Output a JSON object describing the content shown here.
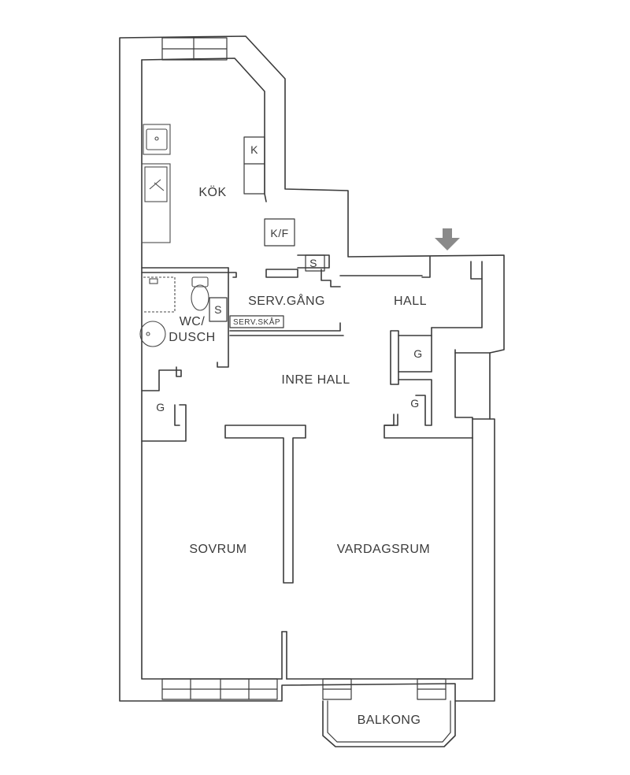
{
  "floorplan": {
    "colors": {
      "ink": "#3a3a3a",
      "entrance_arrow": "#8a8a8a",
      "background": "#ffffff"
    },
    "entrance_icon": "entrance-arrow-icon",
    "rooms": {
      "kok": "KÖK",
      "serv_gang": "SERV.GÅNG",
      "hall": "HALL",
      "wc_line1": "WC/",
      "wc_line2": "DUSCH",
      "inre_hall": "INRE HALL",
      "sovrum": "SOVRUM",
      "vardagsrum": "VARDAGSRUM",
      "balkong": "BALKONG"
    },
    "markers": {
      "k": "K",
      "kf": "K/F",
      "s_top": "S",
      "s_wc": "S",
      "serv_skap": "SERV.SKÅP",
      "g_hall": "G",
      "g_hall2": "G",
      "g_left": "G"
    }
  }
}
